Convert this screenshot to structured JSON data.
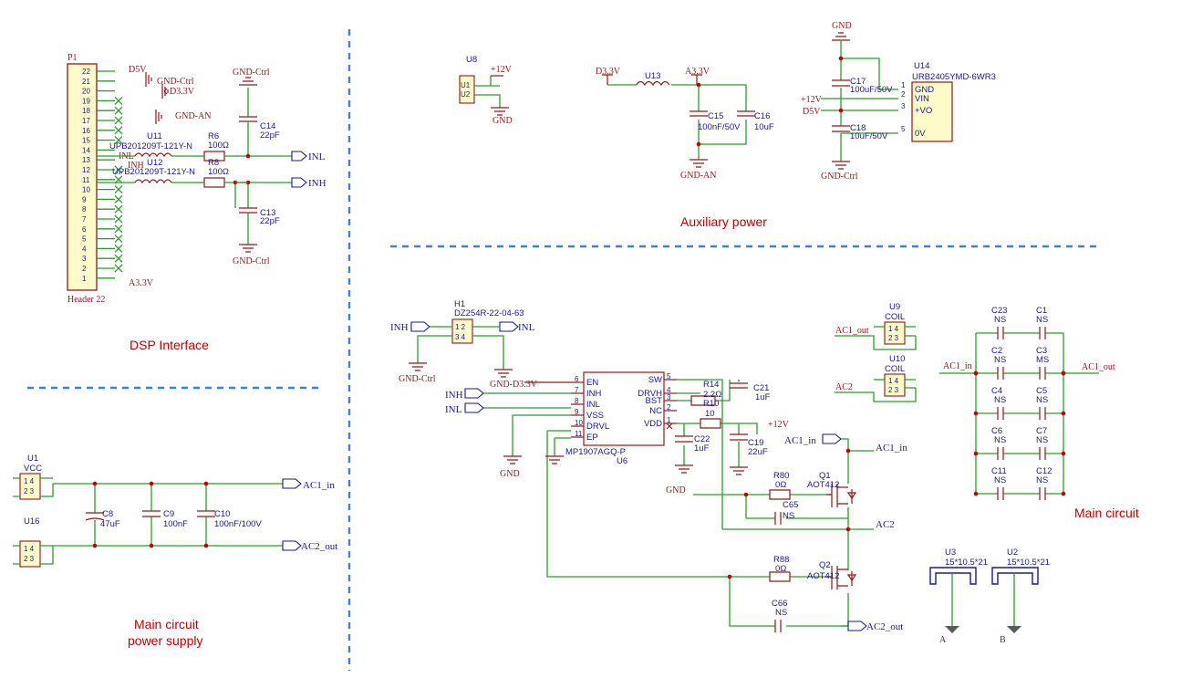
{
  "sections": {
    "dsp_interface": "DSP Interface",
    "auxiliary_power": "Auxiliary power",
    "main_circuit": "Main circuit",
    "main_power_line1": "Main circuit",
    "main_power_line2": "power supply"
  },
  "header": {
    "ref": "P1",
    "name": "Header 22",
    "pins": [
      "22",
      "21",
      "20",
      "19",
      "18",
      "17",
      "16",
      "15",
      "14",
      "13",
      "12",
      "11",
      "10",
      "9",
      "8",
      "7",
      "6",
      "5",
      "4",
      "3",
      "2",
      "1"
    ],
    "nets": {
      "d5v": "D5V",
      "gnd_ctrl": "GND-Ctrl",
      "d33v": "D3.3V",
      "gnd_an": "GND-AN",
      "a33v": "A3.3V"
    }
  },
  "dsp": {
    "u11": "U11",
    "u11_val": "UPB201209T-121Y-N",
    "u12": "U12",
    "u12_val": "UPB201209T-121Y-N",
    "r6": "R6",
    "r6_val": "100Ω",
    "r8": "R8",
    "r8_val": "100Ω",
    "c14": "C14",
    "c14_val": "22pF",
    "c13": "C13",
    "c13_val": "22pF",
    "inl_text": "INL",
    "inh_text": "INH",
    "gnd_top": "GND-Ctrl",
    "gnd_bot": "GND-Ctrl",
    "port_inl": "INL",
    "port_inh": "INH"
  },
  "aux": {
    "u8": "U8",
    "u8_p1": "U1",
    "u8_p2": "U2",
    "u8_net": "+12V",
    "u8_gnd": "GND",
    "u13": "U13",
    "d33v": "D3.3V",
    "a33v": "A3.3V",
    "c15": "C15",
    "c15_val": "100nF/50V",
    "c16": "C16",
    "c16_val": "10uF",
    "gnd_an": "GND-AN",
    "gnd_top": "GND",
    "c17": "C17",
    "c17_val": "100uF/50V",
    "c18": "C18",
    "c18_val": "10uF/50V",
    "p12v": "+12V",
    "d5v": "D5V",
    "gnd_ctrl": "GND-Ctrl",
    "u14": "U14",
    "u14_val": "URB2405YMD-6WR3",
    "u14_pins": [
      {
        "n": "1",
        "name": "GND"
      },
      {
        "n": "2",
        "name": "VIN"
      },
      {
        "n": "3",
        "name": "+VO"
      },
      {
        "n": "5",
        "name": "0V"
      }
    ]
  },
  "main": {
    "h1": "H1",
    "h1_val": "DZ254R-22-04-63",
    "h1_pins": [
      "1 2",
      "3 4"
    ],
    "port_inh": "INH",
    "port_inl": "INL",
    "gnd_ctrl": "GND-Ctrl",
    "gnd_d33": "GND-D3.3V",
    "u6": "U6",
    "u6_val": "MP1907AGQ-P",
    "u6_left": [
      {
        "n": "6",
        "name": "EN"
      },
      {
        "n": "7",
        "name": "INH"
      },
      {
        "n": "8",
        "name": "INL"
      },
      {
        "n": "9",
        "name": "VSS"
      },
      {
        "n": "10",
        "name": "DRVL"
      },
      {
        "n": "11",
        "name": "EP"
      }
    ],
    "u6_right": [
      {
        "n": "5",
        "name": "SW"
      },
      {
        "n": "4",
        "name": "DRVH"
      },
      {
        "n": "3",
        "name": "BST"
      },
      {
        "n": "2",
        "name": "NC"
      },
      {
        "n": "1",
        "name": "VDD"
      }
    ],
    "port_inh2": "INH",
    "port_inl2": "INL",
    "gnd1": "GND",
    "gnd2": "GND",
    "r14": "R14",
    "r14_val": "2.2Ω",
    "r10": "R10",
    "r10_val": "10",
    "c21": "C21",
    "c21_val": "1uF",
    "c22": "C22",
    "c22_val": "1uF",
    "c19": "C19",
    "c19_val": "22uF",
    "p12v": "+12V",
    "ac1_in_port": "AC1_in",
    "ac1_in": "AC1_in",
    "r80": "R80",
    "r80_val": "0Ω",
    "q1": "Q1",
    "q1_val": "AOT412",
    "c65": "C65",
    "c65_val": "NS",
    "ac2": "AC2",
    "r88": "R88",
    "r88_val": "0Ω",
    "q2": "Q2",
    "q2_val": "AOT412",
    "c66": "C66",
    "c66_val": "NS",
    "ac2_out": "AC2_out",
    "u9": "U9",
    "u9_val": "COIL",
    "u9_net": "AC1_out",
    "u10": "U10",
    "u10_val": "COIL",
    "u10_net": "AC2",
    "coil_pins": [
      "1 4",
      "2 3"
    ],
    "cap_bank": [
      {
        "l": "C23",
        "lv": "NS",
        "r": "C1",
        "rv": "NS"
      },
      {
        "l": "C2",
        "lv": "NS",
        "r": "C3",
        "rv": "MS"
      },
      {
        "l": "C4",
        "lv": "NS",
        "r": "C5",
        "rv": "NS"
      },
      {
        "l": "C6",
        "lv": "NS",
        "r": "C7",
        "rv": "NS"
      },
      {
        "l": "C11",
        "lv": "NS",
        "r": "C12",
        "rv": "NS"
      }
    ],
    "bank_in": "AC1_in",
    "bank_out": "AC1_out",
    "u3": "U3",
    "u3_val": "15*10.5*21",
    "u3_net": "A",
    "u2": "U2",
    "u2_val": "15*10.5*21",
    "u2_net": "B"
  },
  "power": {
    "u1": "U1",
    "u1_val": "VCC",
    "u16": "U16",
    "coil_pins": [
      "1 4",
      "2 3"
    ],
    "c8": "C8",
    "c8_val": "47uF",
    "c9": "C9",
    "c9_val": "100nF",
    "c10": "C10",
    "c10_val": "100nF/100V",
    "ac1_in": "AC1_in",
    "ac2_out": "AC2_out"
  }
}
